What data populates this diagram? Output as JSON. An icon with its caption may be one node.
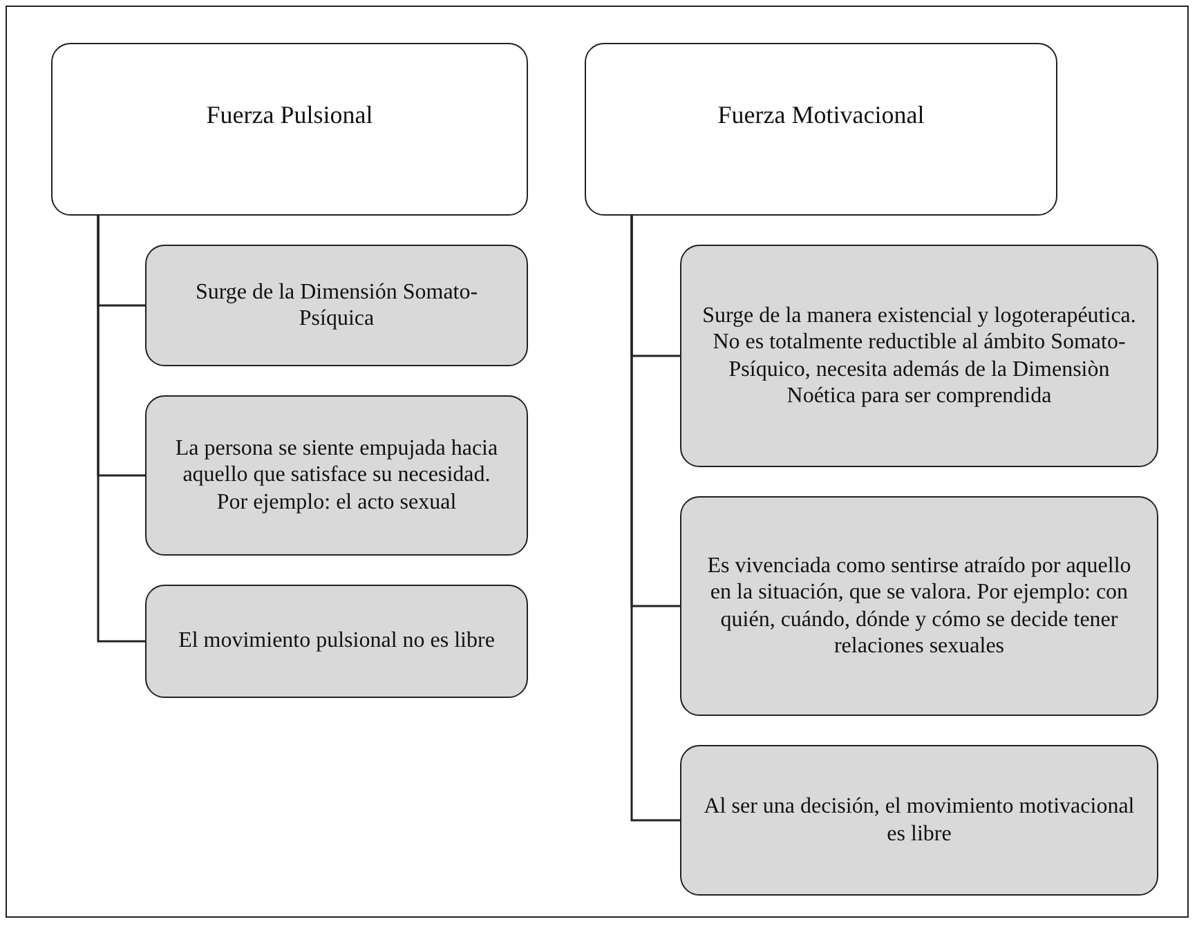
{
  "diagram": {
    "nodes": [
      {
        "text": [
          "Fuerza Pulsional"
        ]
      },
      {
        "text": [
          "Fuerza Motivacional"
        ]
      },
      {
        "text": [
          "Surge de la Dimensión Somato-Psíquica"
        ]
      },
      {
        "text": [
          "La persona se siente empujada hacia aquello que satisface su necesidad. Por ejemplo: el acto sexual"
        ]
      },
      {
        "text": [
          "El movimiento pulsional no es libre"
        ]
      },
      {
        "text": [
          "Surge de la manera existencial y logoterapéutica. No es totalmente reductible al ámbito Somato-Psíquico, necesita además de la Dimensiòn Noética para ser comprendida"
        ]
      },
      {
        "text": [
          "Es vivenciada como sentirse atraído por aquello en la situación, que se valora. Por ejemplo: con quién, cuándo, dónde y cómo se decide tener relaciones sexuales"
        ]
      },
      {
        "text": [
          "Al ser una decisión, el movimiento motivacional es libre"
        ]
      }
    ],
    "edges": [
      {
        "from": 0,
        "to": 2,
        "arrow": "none"
      },
      {
        "from": 0,
        "to": 3,
        "arrow": "none"
      },
      {
        "from": 0,
        "to": 4,
        "arrow": "none"
      },
      {
        "from": 1,
        "to": 5,
        "arrow": "none"
      },
      {
        "from": 1,
        "to": 6,
        "arrow": "none"
      },
      {
        "from": 1,
        "to": 7,
        "arrow": "none"
      }
    ]
  }
}
